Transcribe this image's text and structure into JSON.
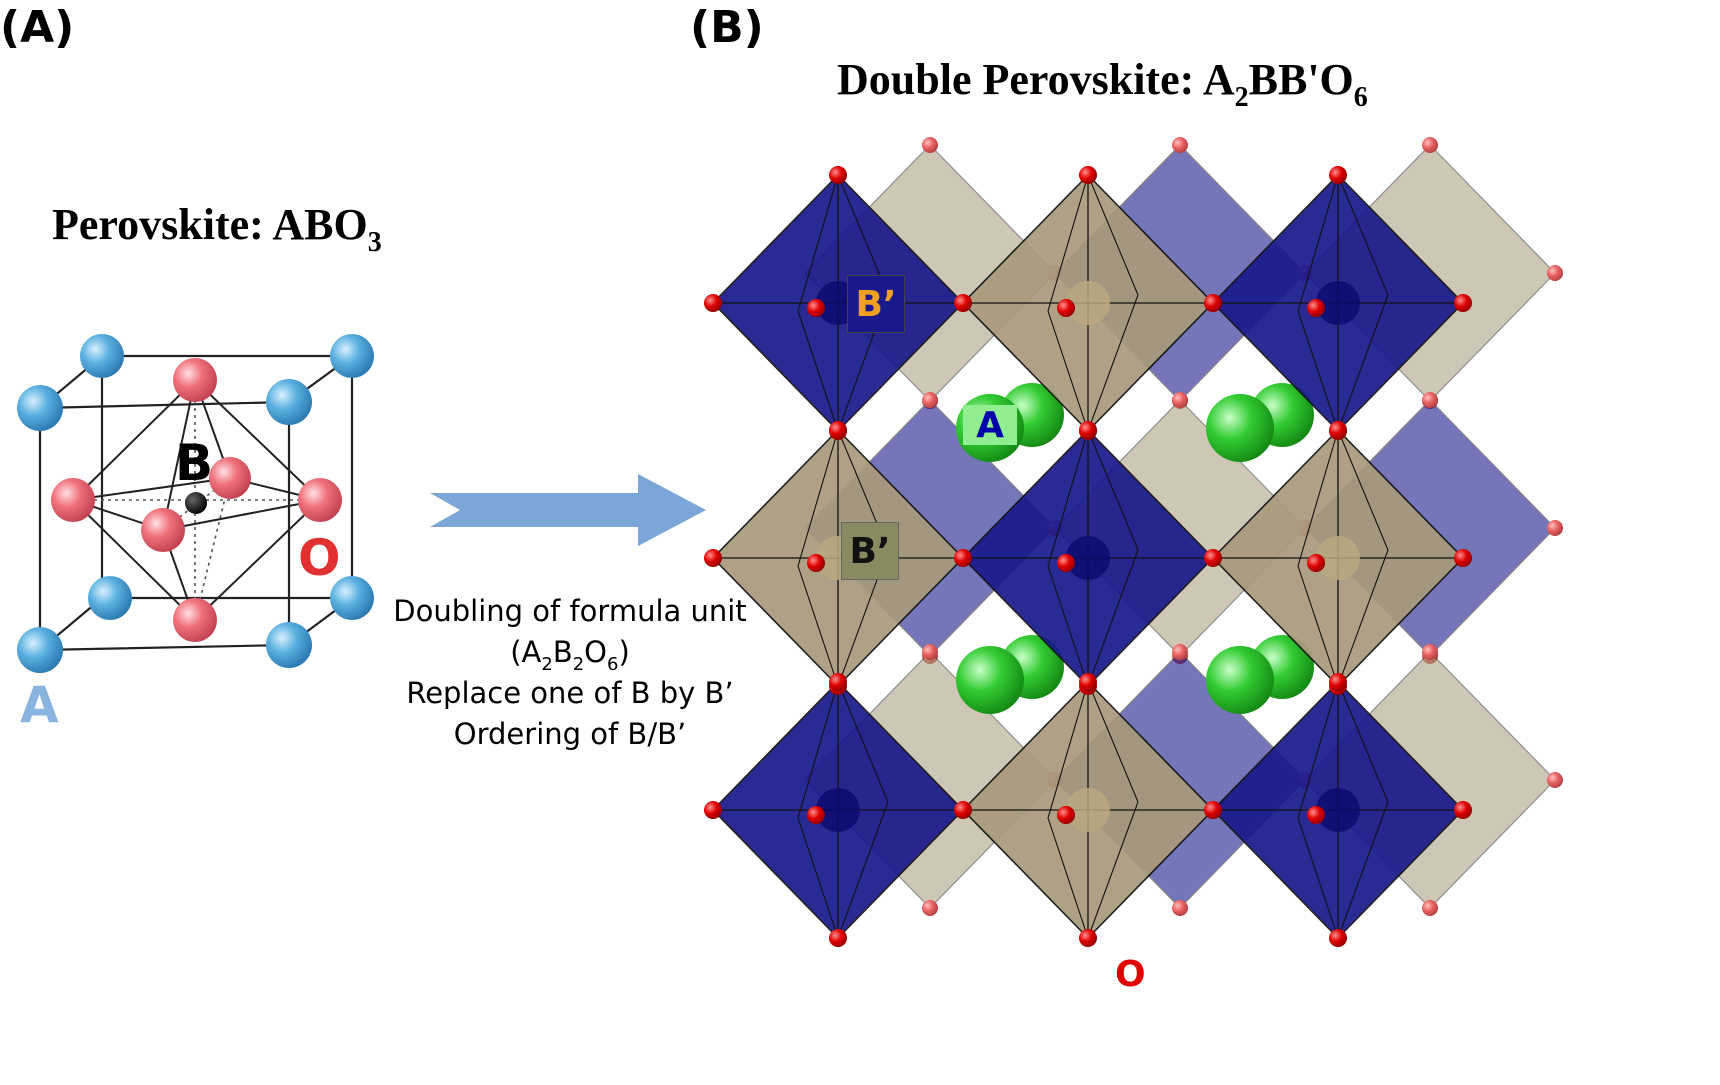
{
  "panelA": {
    "label": "(A)",
    "title": "Perovskite: ABO",
    "title_sub": "3",
    "atom_B": "B",
    "atom_O": "O",
    "atom_A": "A"
  },
  "panelB": {
    "label": "(B)",
    "title_main": "Double Perovskite: A",
    "title_sub1": "2",
    "title_mid": "BB'O",
    "title_sub2": "6",
    "label_Bprime_top": "B’",
    "label_A": "A",
    "label_Bprime_mid": "B’",
    "label_O": "O"
  },
  "caption": {
    "line1": "Doubling of formula unit",
    "line2_open": "(A",
    "line2_s1": "2",
    "line2_b": "B",
    "line2_s2": "2",
    "line2_o": "O",
    "line2_s3": "6",
    "line2_close": ")",
    "line3": "Replace one of B by B’",
    "line4": "Ordering of B/B’"
  },
  "colors": {
    "A_atom": "#5ab0e0",
    "O_atom_cell": "#f0707a",
    "B_atom": "#111111",
    "O_label": "#e03030",
    "A_label": "#8ab4e0",
    "arrow": "#7aa6d8",
    "octahedron_B": "#1a1a8c",
    "octahedron_Bprime": "#a89a7c",
    "O_sphere": "#e00000",
    "A_sphere": "#33cc33",
    "B_label_bg_top": "#1a1a8c",
    "B_label_fg_top": "#f0a020",
    "A_label_bg": "#90ee90",
    "A_label_fg": "#0000aa",
    "B_label_bg_mid": "#8a8a60"
  }
}
